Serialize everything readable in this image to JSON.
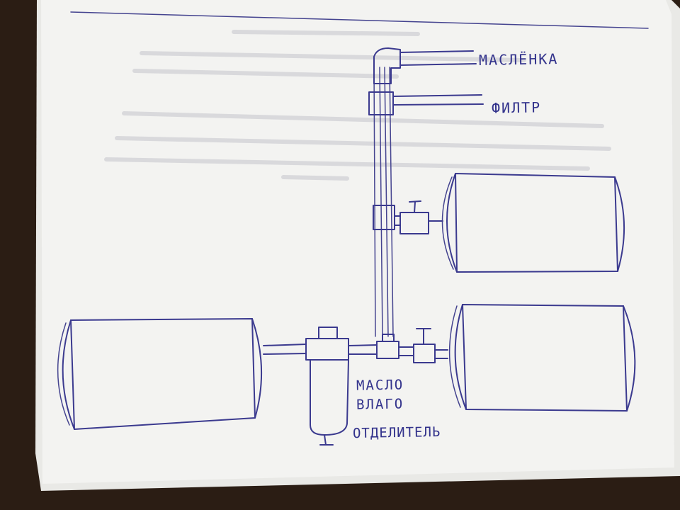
{
  "labels": {
    "oiler": "МАСЛЁНКА",
    "filter": "ФИЛТР",
    "separator_line1": "МАСЛО",
    "separator_line2": "ВЛАГО",
    "separator_line3": "ОТДЕЛИТЕЛЬ"
  },
  "colors": {
    "ink": "#3b3a8f",
    "paper": "#f3f3f1",
    "background": "#2b1d14"
  }
}
